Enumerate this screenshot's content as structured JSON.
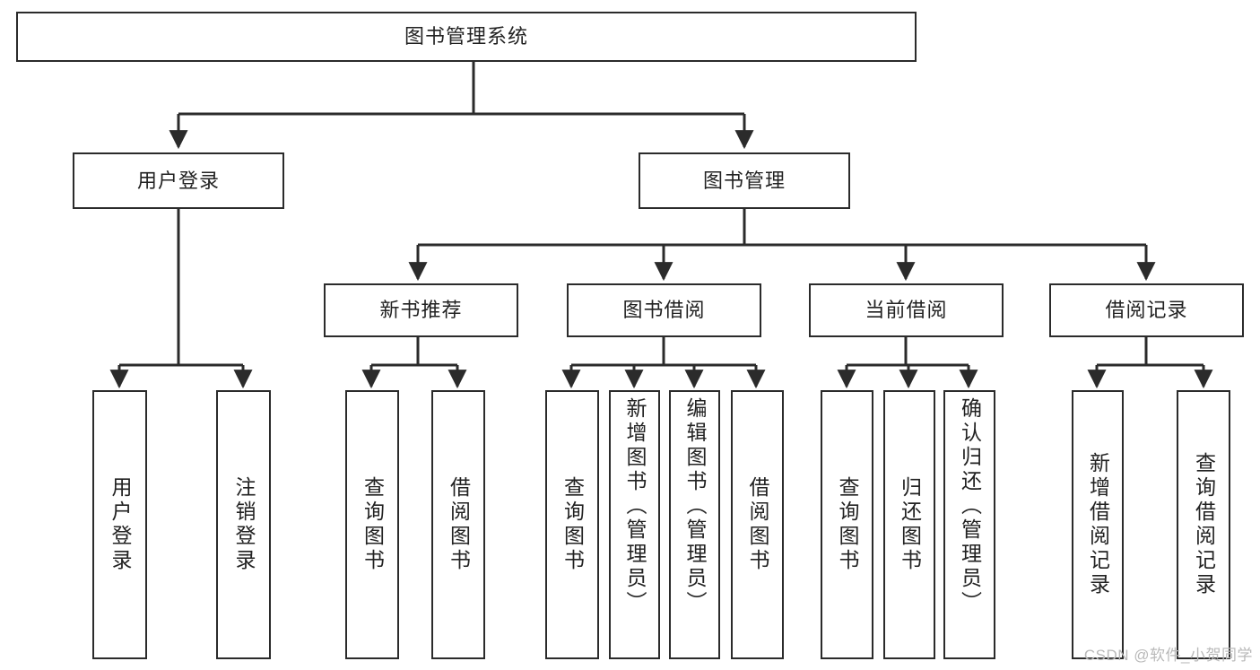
{
  "diagram": {
    "type": "tree",
    "title": "图书管理系统",
    "root": {
      "label": "图书管理系统"
    },
    "level1": [
      {
        "label": "用户登录"
      },
      {
        "label": "图书管理"
      }
    ],
    "level2": [
      {
        "label": "新书推荐"
      },
      {
        "label": "图书借阅"
      },
      {
        "label": "当前借阅"
      },
      {
        "label": "借阅记录"
      }
    ],
    "leaves": {
      "user_login": [
        {
          "label": "用户登录"
        },
        {
          "label": "注销登录"
        }
      ],
      "new_book_recommend": [
        {
          "label": "查询图书"
        },
        {
          "label": "借阅图书"
        }
      ],
      "book_borrow": [
        {
          "label": "查询图书"
        },
        {
          "label": "新增图书（管理员）"
        },
        {
          "label": "编辑图书（管理员）"
        },
        {
          "label": "借阅图书"
        }
      ],
      "current_borrow": [
        {
          "label": "查询图书"
        },
        {
          "label": "归还图书"
        },
        {
          "label": "确认归还（管理员）"
        }
      ],
      "borrow_record": [
        {
          "label": "新增借阅记录"
        },
        {
          "label": "查询借阅记录"
        }
      ]
    }
  },
  "watermark": {
    "text": "CSDN @软件_小贺同学"
  },
  "colors": {
    "stroke": "#2b2b2b",
    "fill": "#ffffff",
    "text": "#222222",
    "watermark": "#b9b9b9"
  }
}
